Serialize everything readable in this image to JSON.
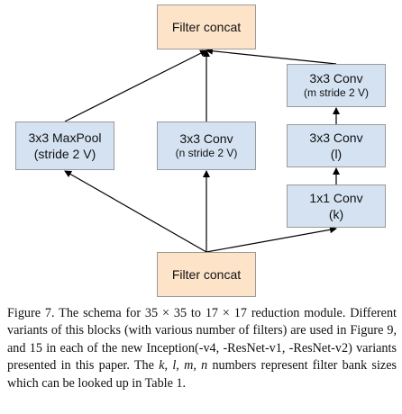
{
  "diagram": {
    "nodes": {
      "filter_concat_top": {
        "label": "Filter concat"
      },
      "maxpool": {
        "label": "3x3 MaxPool",
        "sublabel": "(stride 2 V)"
      },
      "conv_n": {
        "label": "3x3 Conv",
        "sublabel": "(n stride 2 V)"
      },
      "conv_m": {
        "label": "3x3 Conv",
        "sublabel": "(m stride 2 V)"
      },
      "conv_l": {
        "label": "3x3 Conv",
        "sublabel": "(l)"
      },
      "conv_k": {
        "label": "1x1 Conv",
        "sublabel": "(k)"
      },
      "filter_concat_bottom": {
        "label": "Filter concat"
      }
    },
    "edges": [
      {
        "from": "filter_concat_bottom",
        "to": "maxpool"
      },
      {
        "from": "filter_concat_bottom",
        "to": "conv_n"
      },
      {
        "from": "filter_concat_bottom",
        "to": "conv_k"
      },
      {
        "from": "conv_k",
        "to": "conv_l"
      },
      {
        "from": "conv_l",
        "to": "conv_m"
      },
      {
        "from": "maxpool",
        "to": "filter_concat_top"
      },
      {
        "from": "conv_n",
        "to": "filter_concat_top"
      },
      {
        "from": "conv_m",
        "to": "filter_concat_top"
      }
    ],
    "colors": {
      "concat_fill": "#fde3c8",
      "op_fill": "#d4e2f2",
      "border": "#9a9a9a",
      "arrow": "#000000"
    }
  },
  "caption": {
    "lead": "Figure 7. The schema for ",
    "expr1": "35 × 35",
    "mid1": " to ",
    "expr2": "17 × 17",
    "mid2": " reduction module. Different variants of this blocks (with various number of filters) are used in Figure 9, and 15 in each of the new Inception(-v4, -ResNet-v1, -ResNet-v2) variants presented in this paper. The ",
    "k": "k",
    "sep1": ", ",
    "l": "l",
    "sep2": ", ",
    "m": "m",
    "sep3": ", ",
    "n": "n",
    "tail": " numbers represent filter bank sizes which can be looked up in Table 1."
  }
}
